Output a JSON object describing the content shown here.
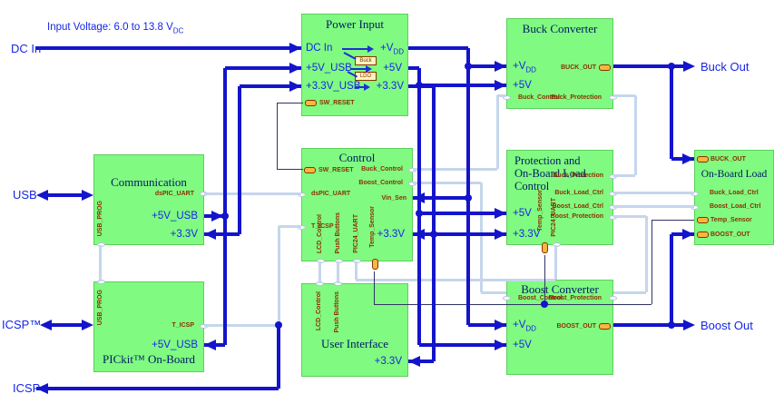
{
  "colors": {
    "block_fill": "#80fa80",
    "wire_power_blue": "#1414cc",
    "wire_signal_pale": "#c5d6ec",
    "wire_thin_navy": "#333366",
    "label_blue": "#1526e6",
    "pin_label_red": "#8b3000",
    "title_navy": "#001a66",
    "connector_orange": "#f7b83d"
  },
  "external": {
    "dc_in_label": "DC In",
    "input_voltage_note": {
      "text": "Input Voltage: 6.0 to 13.8 V",
      "sub": "DC"
    },
    "usb_label": "USB",
    "icsp_tm_label": "ICSP™",
    "icsp_label": "ICSP",
    "buck_out_label": "Buck Out",
    "boost_out_label": "Boost Out"
  },
  "blocks": {
    "power_input": {
      "title": "Power Input",
      "dc_in": "DC In",
      "p5v_usb": "+5V_USB",
      "p3v3_usb": "+3.3V_USB",
      "vdd": {
        "text": "+V",
        "sub": "DD"
      },
      "p5v": "+5V",
      "p3v3": "+3.3V",
      "buck_box": "Buck",
      "ldo_box": "LDO",
      "sw_reset": "SW_RESET"
    },
    "buck_converter": {
      "title": "Buck Converter",
      "vdd": {
        "text": "+V",
        "sub": "DD"
      },
      "p5v": "+5V",
      "buck_out": "BUCK_OUT",
      "buck_control": "Buck_Control",
      "buck_protection": "Buck_Protection"
    },
    "communication": {
      "title": "Communication",
      "dspic_uart": "dsPIC_UART",
      "p5v_usb": "+5V_USB",
      "p3v3": "+3.3V",
      "usb_prog": "USB_PROG"
    },
    "control": {
      "title": "Control",
      "sw_reset": "SW_RESET",
      "buck_control": "Buck_Control",
      "boost_control": "Boost_Control",
      "vin_sen": "Vin_Sen",
      "p3v3": "+3.3V",
      "dspic_uart": "dsPIC_UART",
      "t_icsp": "T_ICSP",
      "lcd_control": "LCD_Control",
      "push_buttons": "Push Buttons",
      "pic24_uart": "PIC24_UART",
      "temp_sensor": "Temp_Sensor"
    },
    "protection": {
      "title_line1": "Protection and",
      "title_line2": "On-Board Load",
      "title_line3": "Control",
      "buck_protection": "Buck_Protection",
      "buck_load_ctrl": "Buck_Load_Ctrl",
      "boost_load_ctrl": "Boost_Load_Ctrl",
      "boost_protection": "Boost_Protection",
      "p5v": "+5V",
      "p3v3": "+3.3V",
      "temp_sensor": "Temp_Sensor",
      "pic24_uart": "PIC24_UART"
    },
    "onboard_load": {
      "title": "On-Board Load",
      "buck_out": "BUCK_OUT",
      "buck_load_ctrl": "Buck_Load_Ctrl",
      "boost_load_ctrl": "Boost_Load_Ctrl",
      "temp_sensor": "Temp_Sensor",
      "boost_out": "BOOST_OUT"
    },
    "pickit": {
      "title": "PICkit™ On-Board",
      "usb_prog": "USB_PROG",
      "t_icsp": "T_ICSP",
      "p5v_usb": "+5V_USB"
    },
    "user_interface": {
      "title": "User Interface",
      "lcd_control": "LCD_Control",
      "push_buttons": "Push Buttons",
      "p3v3": "+3.3V"
    },
    "boost_converter": {
      "title": "Boost Converter",
      "boost_control": "Boost_Control",
      "boost_protection": "Boost_Protection",
      "vdd": {
        "text": "+V",
        "sub": "DD"
      },
      "p5v": "+5V",
      "boost_out": "BOOST_OUT"
    }
  }
}
